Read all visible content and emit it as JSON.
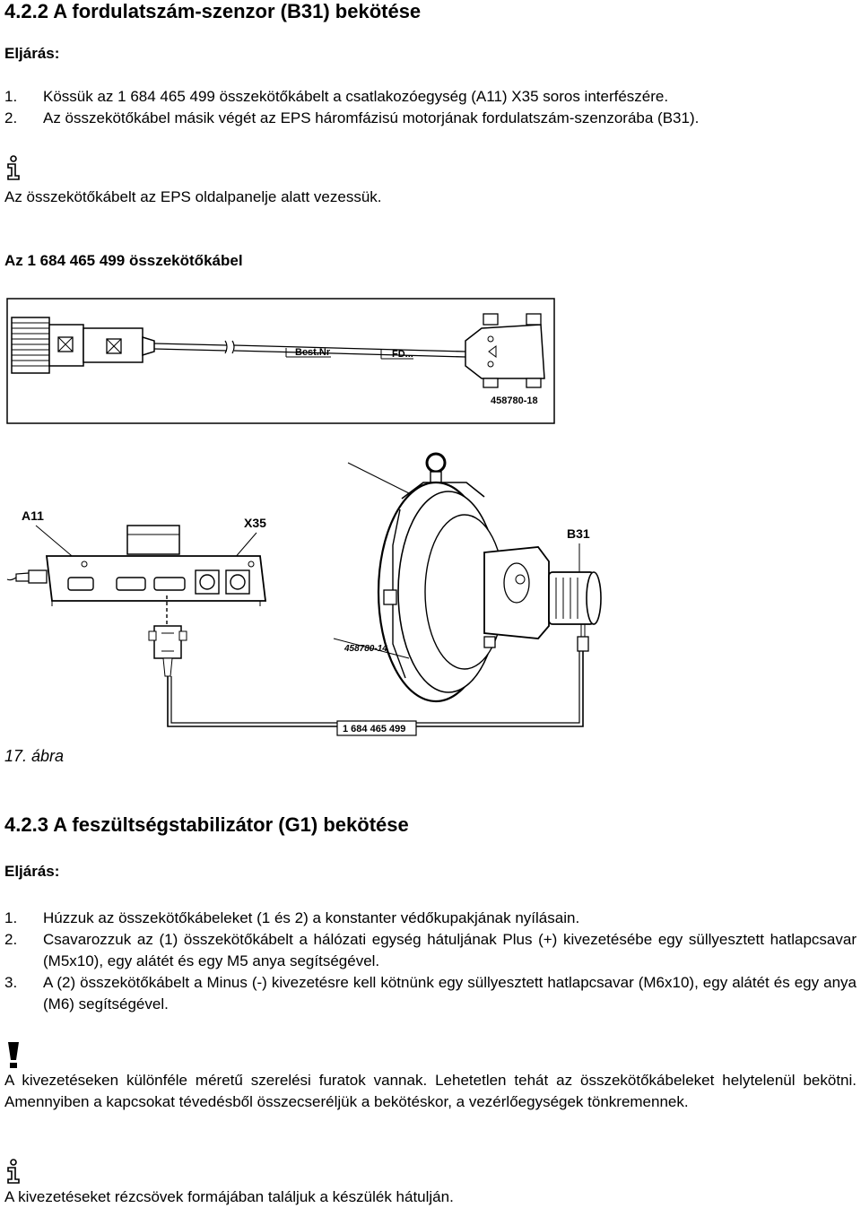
{
  "sections": [
    {
      "heading": "4.2.2  A fordulatszám-szenzor (B31) bekötése",
      "procedure_label": "Eljárás:",
      "steps": [
        {
          "num": "1.",
          "text": "Kössük az 1 684 465 499 összekötőkábelt a csatlakozóegység (A11) X35 soros interfészére."
        },
        {
          "num": "2.",
          "text": "Az összekötőkábel másik végét az EPS háromfázisú motorjának fordulatszám-szenzorába (B31)."
        }
      ],
      "note": "Az összekötőkábelt az EPS oldalpanelje alatt vezessük.",
      "cable_title": "Az 1 684 465 499 összekötőkábel"
    },
    {
      "heading": "4.2.3  A feszültségstabilizátor (G1) bekötése",
      "procedure_label": "Eljárás:",
      "steps": [
        {
          "num": "1.",
          "text": "Húzzuk az összekötőkábeleket (1 és 2) a konstanter védőkupakjának nyílásain."
        },
        {
          "num": "2.",
          "text": "Csavarozzuk az (1) összekötőkábelt a hálózati egység hátuljának Plus (+) kivezetésébe egy süllyesztett hatlapcsavar (M5x10), egy alátét és egy M5 anya segítségével."
        },
        {
          "num": "3.",
          "text": "A (2) összekötőkábelt a Minus (-) kivezetésre kell kötnünk egy süllyesztett hatlapcsavar (M6x10), egy alátét és egy anya (M6) segítségével."
        }
      ],
      "warning": "A kivezetéseken különféle méretű szerelési furatok vannak. Lehetetlen tehát az összekötőkábeleket helytelenül bekötni. Amennyiben a kapcsokat tévedésből összecseréljük a bekötéskor, a vezérlőegységek tönkremennek.",
      "note2": "A kivezetéseket rézcsövek formájában találjuk a készülék hátulján."
    }
  ],
  "figure1": {
    "label_best": "Best.Nr",
    "label_fd": "FD...",
    "part_no": "458780-18"
  },
  "figure2": {
    "label_a11": "A11",
    "label_x35": "X35",
    "label_b31": "B31",
    "part_no": "458780-14",
    "cable_no": "1 684 465 499",
    "caption": "17. ábra"
  },
  "icons": {
    "info": "info-icon",
    "warning": "exclamation-icon"
  }
}
